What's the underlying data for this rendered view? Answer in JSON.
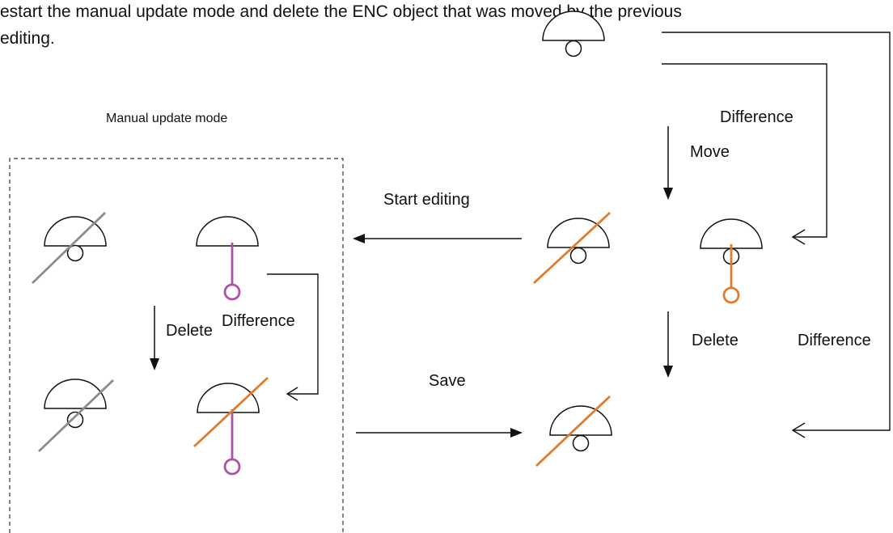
{
  "intro_text": {
    "line1": "estart the manual update mode and delete the ENC object that was moved by the previous",
    "line2": "editing."
  },
  "manual_mode": {
    "title": "Manual update mode"
  },
  "labels": {
    "difference_top": "Difference",
    "move": "Move",
    "start_editing": "Start editing",
    "delete_left": "Delete",
    "difference_left": "Difference",
    "delete_right": "Delete",
    "difference_right": "Difference",
    "save": "Save"
  },
  "colors": {
    "line": "#111111",
    "strike_gray": "#8c8c8c",
    "strike_orange": "#e07b2c",
    "stem_purple": "#b04fa6",
    "stem_orange": "#e07b2c",
    "box_border": "#333333"
  }
}
